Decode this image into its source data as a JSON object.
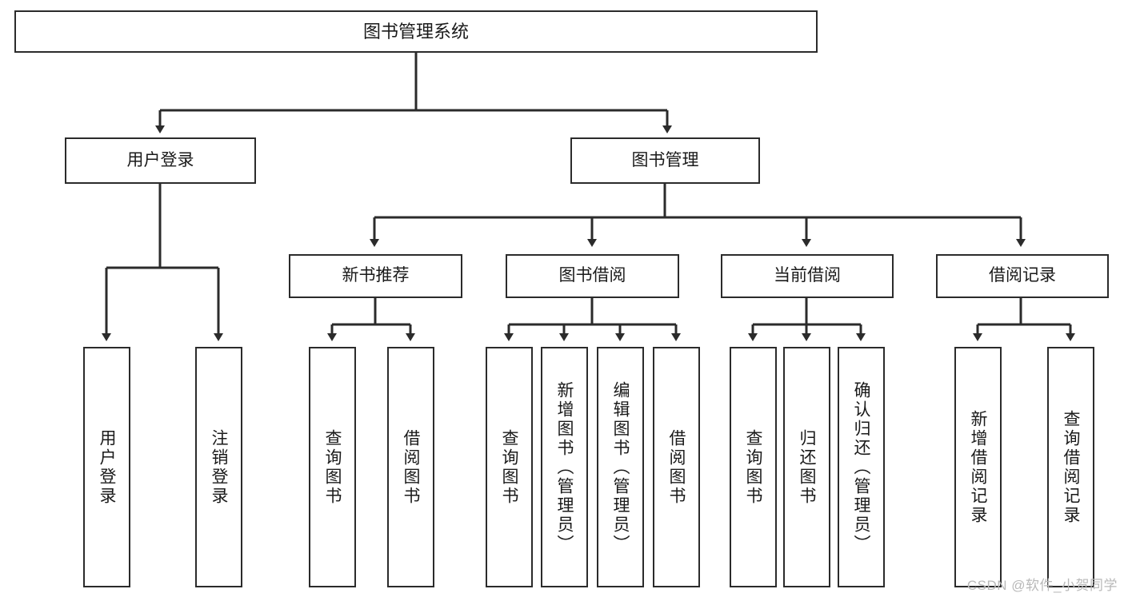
{
  "diagram": {
    "title": "图书管理系统",
    "orientation": "top-down-tree",
    "watermark": "CSDN @软件_小贺同学",
    "colors": {
      "stroke": "#2b2b2b",
      "fill": "#ffffff",
      "text": "#1a1a1a",
      "watermark": "#b9b9b9"
    },
    "levels": {
      "root": "图书管理系统",
      "level1": [
        "用户登录",
        "图书管理"
      ],
      "level2": [
        "新书推荐",
        "图书借阅",
        "当前借阅",
        "借阅记录"
      ]
    }
  },
  "nodes": {
    "root": {
      "label": "图书管理系统"
    },
    "user_login": {
      "label": "用户登录"
    },
    "book_manage": {
      "label": "图书管理"
    },
    "new_book_rec": {
      "label": "新书推荐"
    },
    "book_borrow": {
      "label": "图书借阅"
    },
    "current_borrow": {
      "label": "当前借阅"
    },
    "borrow_record": {
      "label": "借阅记录"
    },
    "leaf_user_login": {
      "label": "用户登录"
    },
    "leaf_logout": {
      "label": "注销登录"
    },
    "leaf_query_book_1": {
      "label": "查询图书"
    },
    "leaf_borrow_book_1": {
      "label": "借阅图书"
    },
    "leaf_query_book_2": {
      "label": "查询图书"
    },
    "leaf_add_book_admin": {
      "label": "新增图书（管理员）"
    },
    "leaf_edit_book_admin": {
      "label": "编辑图书（管理员）"
    },
    "leaf_borrow_book_2": {
      "label": "借阅图书"
    },
    "leaf_query_book_3": {
      "label": "查询图书"
    },
    "leaf_return_book": {
      "label": "归还图书"
    },
    "leaf_confirm_return_admin": {
      "label": "确认归还（管理员）"
    },
    "leaf_add_record": {
      "label": "新增借阅记录"
    },
    "leaf_query_record": {
      "label": "查询借阅记录"
    }
  }
}
